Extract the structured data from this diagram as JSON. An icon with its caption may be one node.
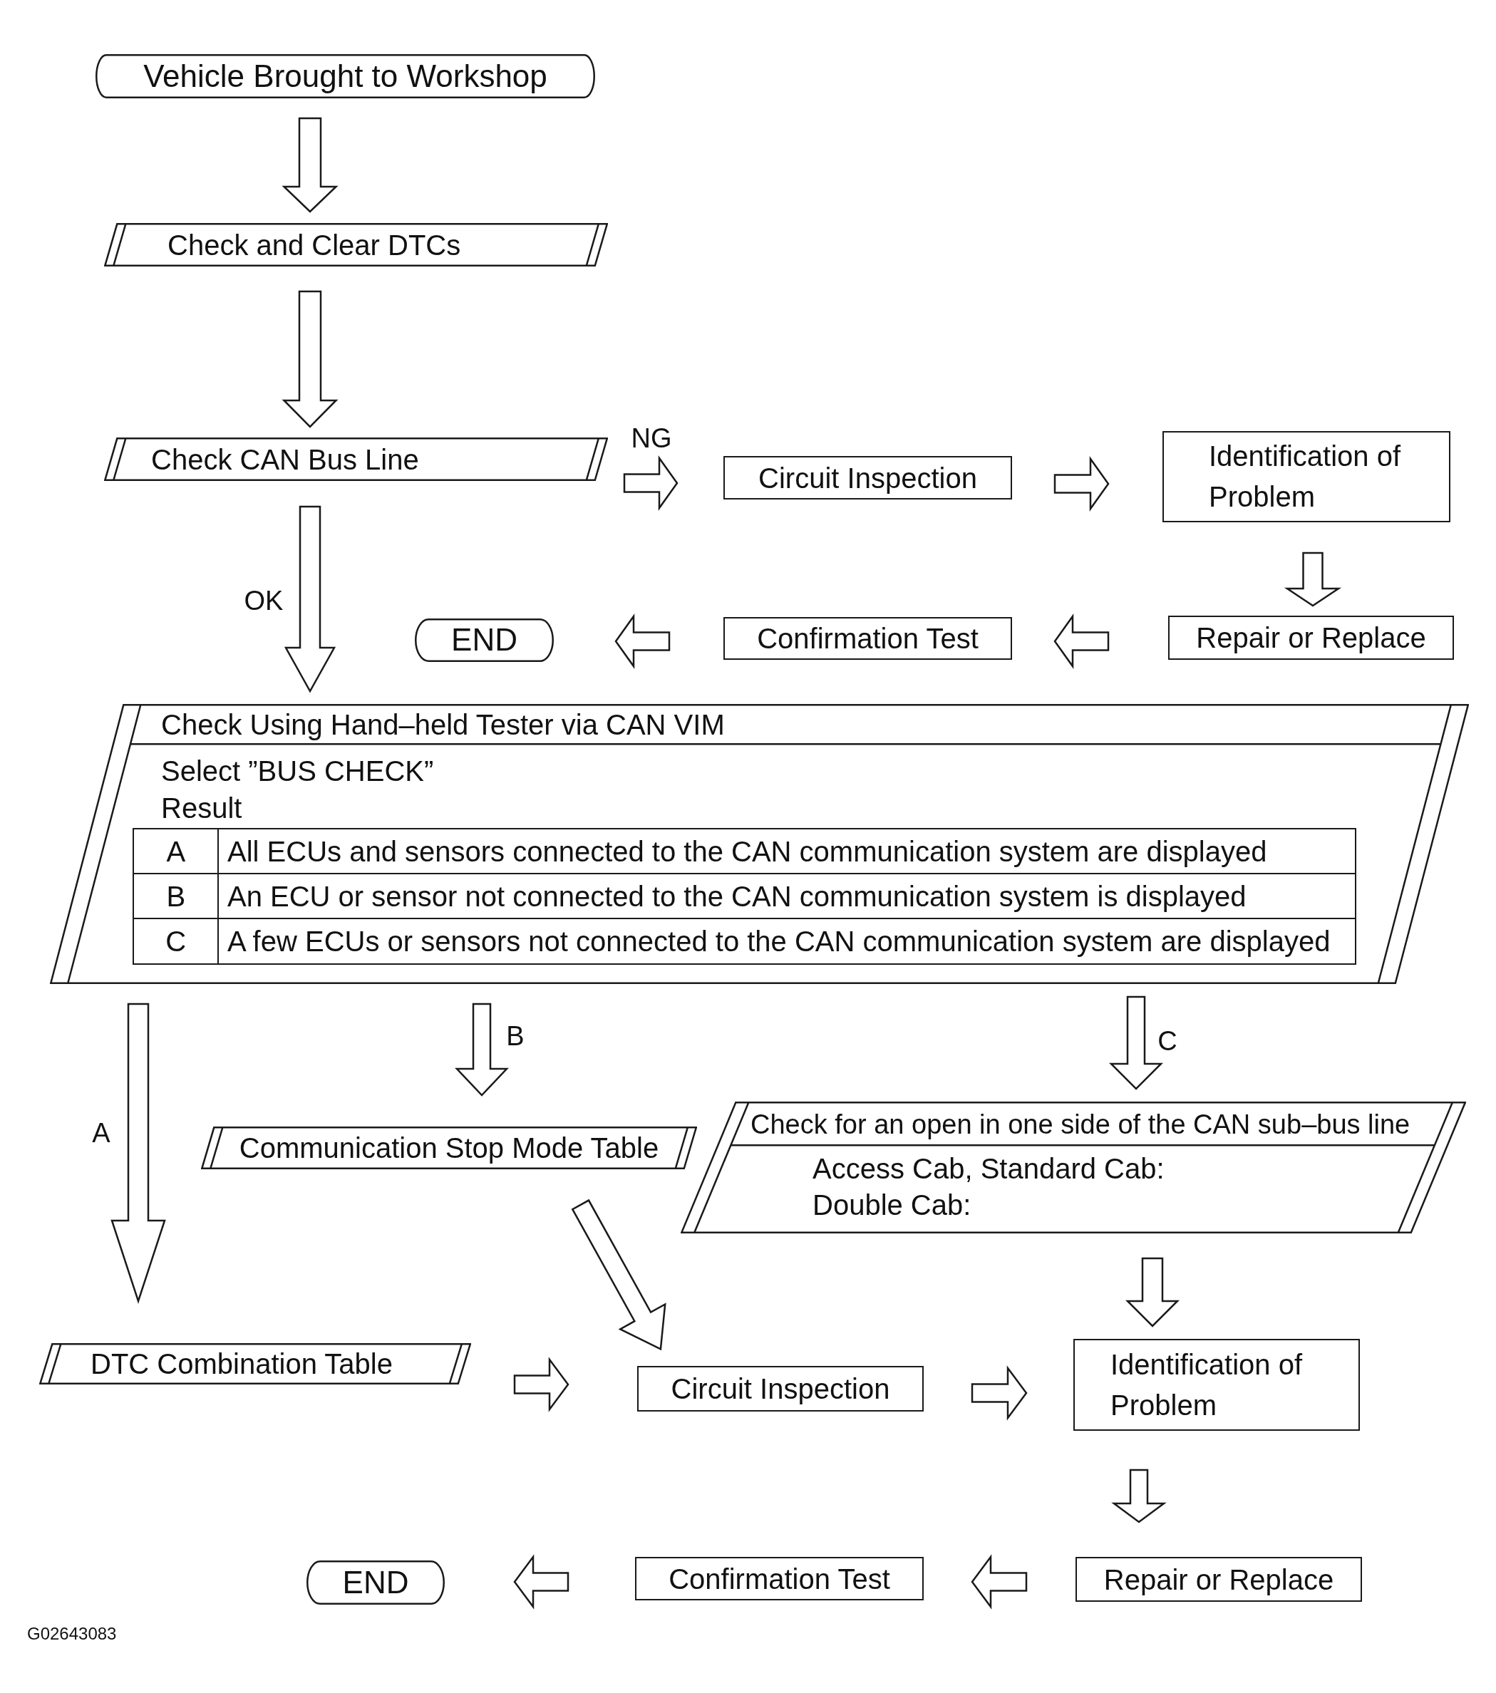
{
  "diagram": {
    "nodes": [
      {
        "text": [
          "Vehicle Brought to Workshop"
        ]
      },
      {
        "text": [
          "Check and Clear DTCs"
        ]
      },
      {
        "text": [
          "Check CAN Bus Line"
        ]
      },
      {
        "text": [
          "Circuit Inspection"
        ]
      },
      {
        "text": [
          "Identification of Problem"
        ]
      },
      {
        "text": [
          "Repair or Replace"
        ]
      },
      {
        "text": [
          "Confirmation Test"
        ]
      },
      {
        "text": [
          "END"
        ]
      },
      {
        "text": [
          "Check Using Hand–held Tester via CAN VIM",
          "Select ”BUS CHECK”",
          "Result"
        ]
      },
      {
        "text": [
          "Communication Stop Mode Table"
        ]
      },
      {
        "text": [
          "Check for an open in one side of the CAN sub–bus line",
          "Access Cab, Standard Cab:",
          "Double Cab:"
        ]
      },
      {
        "text": [
          "DTC Combination Table"
        ]
      },
      {
        "text": [
          "Circuit Inspection"
        ]
      },
      {
        "text": [
          "Identification of Problem"
        ]
      },
      {
        "text": [
          "Repair or Replace"
        ]
      },
      {
        "text": [
          "Confirmation Test"
        ]
      },
      {
        "text": [
          "END"
        ]
      }
    ],
    "edges": [
      {
        "from": 0,
        "to": 1,
        "arrow": "to"
      },
      {
        "from": 1,
        "to": 2,
        "arrow": "to"
      },
      {
        "from": 2,
        "to": 3,
        "arrow": "to",
        "label": "NG"
      },
      {
        "from": 3,
        "to": 4,
        "arrow": "to"
      },
      {
        "from": 4,
        "to": 5,
        "arrow": "to"
      },
      {
        "from": 5,
        "to": 6,
        "arrow": "to"
      },
      {
        "from": 6,
        "to": 7,
        "arrow": "to"
      },
      {
        "from": 2,
        "to": 8,
        "arrow": "to",
        "label": "OK"
      },
      {
        "from": 8,
        "to": 11,
        "arrow": "to",
        "label": "A"
      },
      {
        "from": 8,
        "to": 9,
        "arrow": "to",
        "label": "B"
      },
      {
        "from": 8,
        "to": 10,
        "arrow": "to",
        "label": "C"
      },
      {
        "from": 9,
        "to": 12,
        "arrow": "to"
      },
      {
        "from": 10,
        "to": 13,
        "arrow": "to"
      },
      {
        "from": 11,
        "to": 12,
        "arrow": "to"
      },
      {
        "from": 12,
        "to": 13,
        "arrow": "to"
      },
      {
        "from": 13,
        "to": 14,
        "arrow": "to"
      },
      {
        "from": 14,
        "to": 15,
        "arrow": "to"
      },
      {
        "from": 15,
        "to": 16,
        "arrow": "to"
      }
    ],
    "labels": [
      "A",
      "All ECUs and sensors connected to the CAN communication system are displayed",
      "B",
      "An ECU or sensor not connected to the CAN communication system is displayed",
      "C",
      "A few ECUs or sensors not connected to the CAN communication system are displayed",
      "G02643083"
    ]
  }
}
